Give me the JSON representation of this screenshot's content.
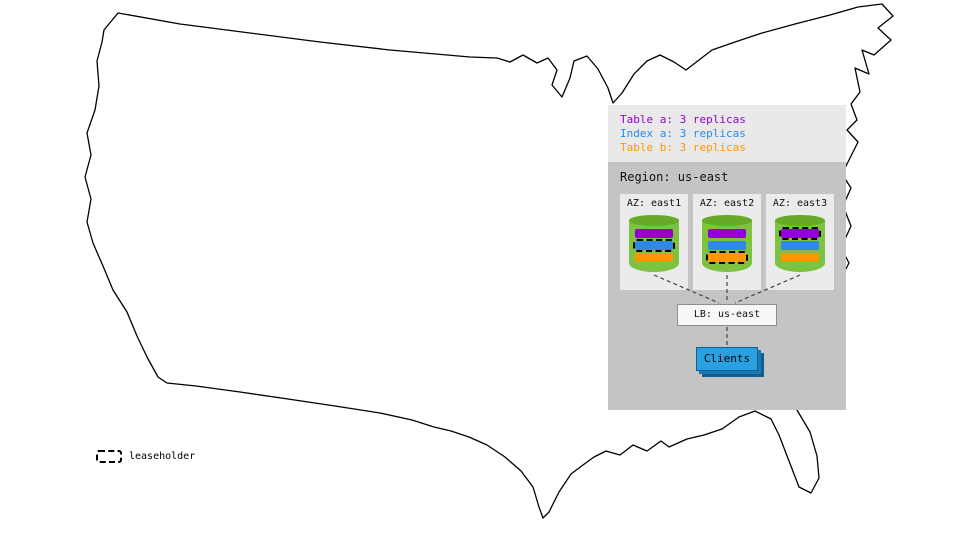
{
  "colors": {
    "table_a": "#9400d3",
    "index_a": "#2d89e5",
    "table_b": "#ff9800",
    "cylinder_body": "#7dc242",
    "cylinder_top": "#67a928",
    "clients_blue": "#2ba0e0"
  },
  "legend": {
    "items": [
      {
        "label": "Table a: 3 replicas"
      },
      {
        "label": "Index a: 3 replicas"
      },
      {
        "label": "Table b: 3 replicas"
      }
    ]
  },
  "region": {
    "title": "Region: us-east",
    "azs": [
      {
        "label": "AZ: east1",
        "replicas": [
          {
            "name": "table-a",
            "leaseholder": false
          },
          {
            "name": "index-a",
            "leaseholder": true
          },
          {
            "name": "table-b",
            "leaseholder": false
          }
        ]
      },
      {
        "label": "AZ: east2",
        "replicas": [
          {
            "name": "table-a",
            "leaseholder": false
          },
          {
            "name": "index-a",
            "leaseholder": false
          },
          {
            "name": "table-b",
            "leaseholder": true
          }
        ]
      },
      {
        "label": "AZ: east3",
        "replicas": [
          {
            "name": "table-a",
            "leaseholder": true
          },
          {
            "name": "index-a",
            "leaseholder": false
          },
          {
            "name": "table-b",
            "leaseholder": false
          }
        ]
      }
    ],
    "load_balancer": "LB: us-east",
    "clients": "Clients"
  },
  "map_legend": {
    "leaseholder_label": "leaseholder"
  }
}
